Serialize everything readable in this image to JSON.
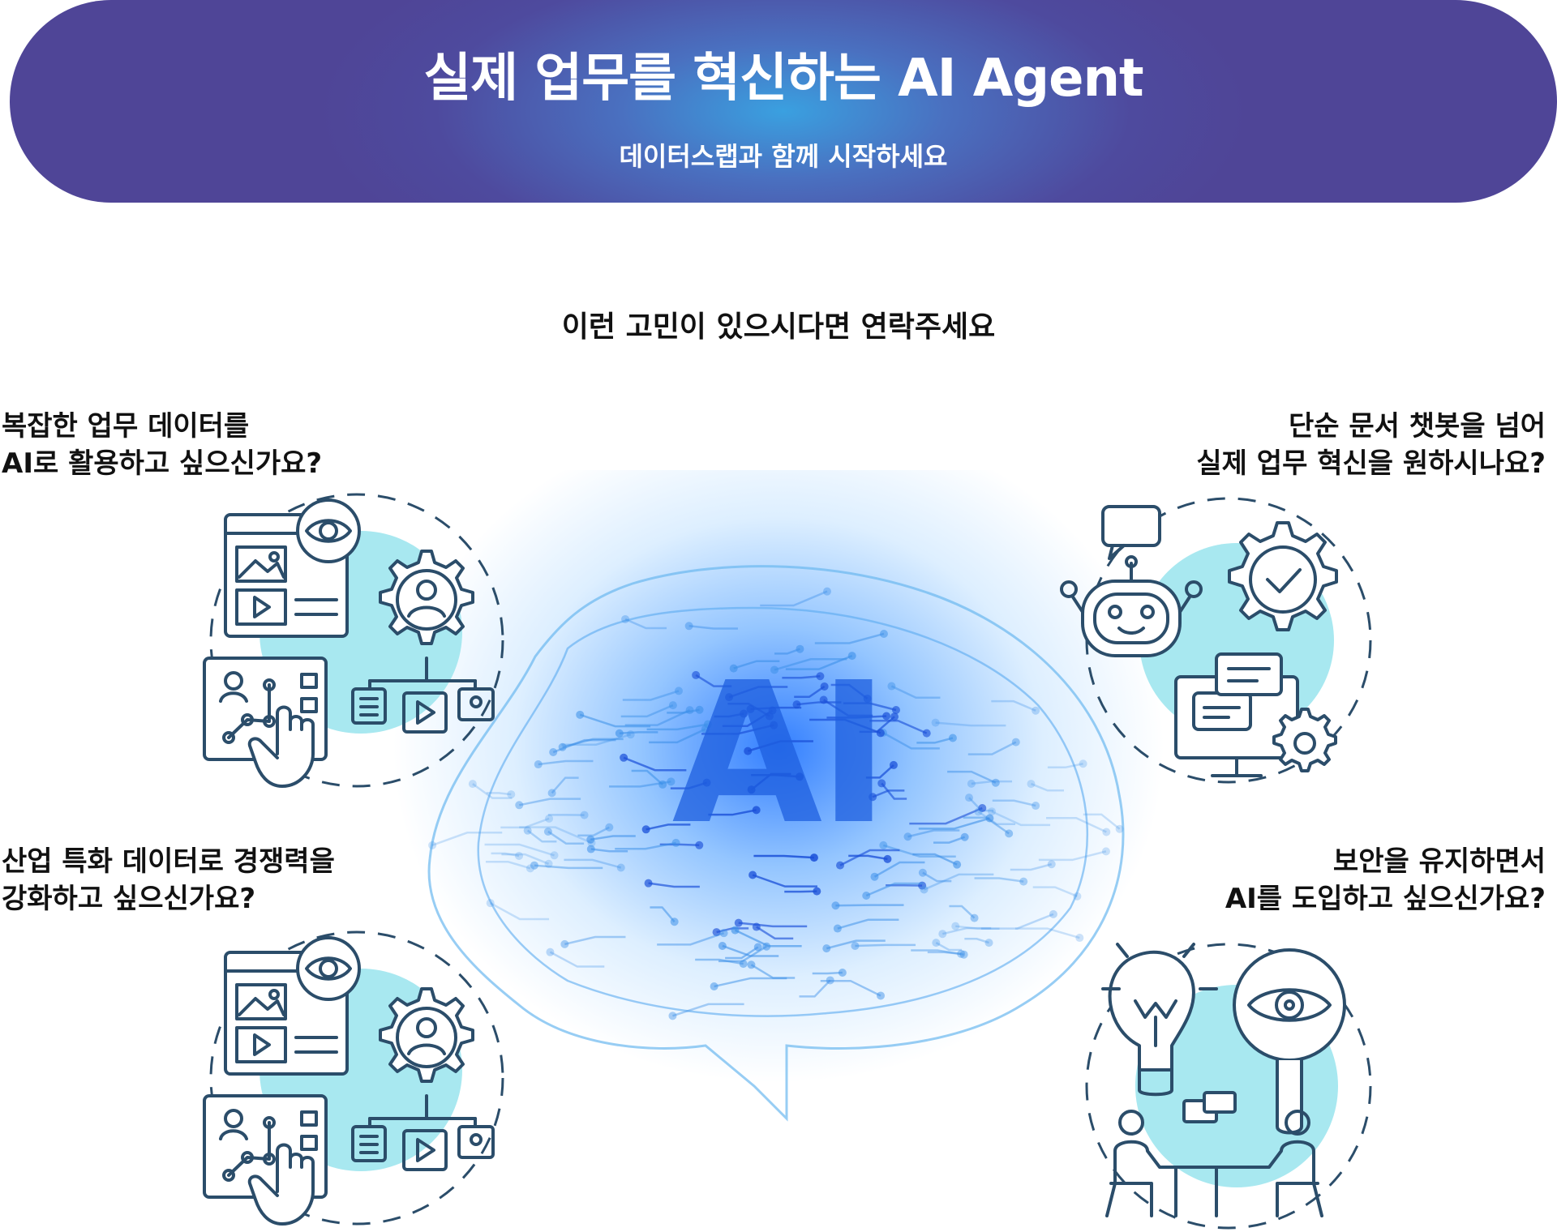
{
  "header": {
    "title": "실제 업무를 혁신하는 AI Agent",
    "subtitle": "데이터스랩과 함께 시작하세요"
  },
  "prompt": "이런 고민이 있으시다면 연락주세요",
  "questions": {
    "top_left": [
      "복잡한 업무 데이터를",
      "AI로 활용하고 싶으신가요?"
    ],
    "top_right": [
      "단순 문서 챗봇을 넘어",
      "실제 업무 혁신을 원하시나요?"
    ],
    "bottom_left": [
      "산업 특화 데이터로 경쟁력을",
      "강화하고 싶으신가요?"
    ],
    "bottom_right": [
      "보안을 유지하면서",
      "AI를 도입하고 싶으신가요?"
    ]
  },
  "center": {
    "label": "AI"
  },
  "icons": {
    "top_left": "data-workflow-icon",
    "top_right": "chatbot-automation-icon",
    "bottom_left": "data-workflow-icon",
    "bottom_right": "insight-meeting-icon"
  },
  "colors": {
    "header_gradient": [
      "#4f4597",
      "#3aa0e0"
    ],
    "accent_blob": "#a8e8f0",
    "icon_stroke": "#2b4d6a",
    "brain_line": "#3b8fe8",
    "ai_label": "#1e5fe0"
  }
}
